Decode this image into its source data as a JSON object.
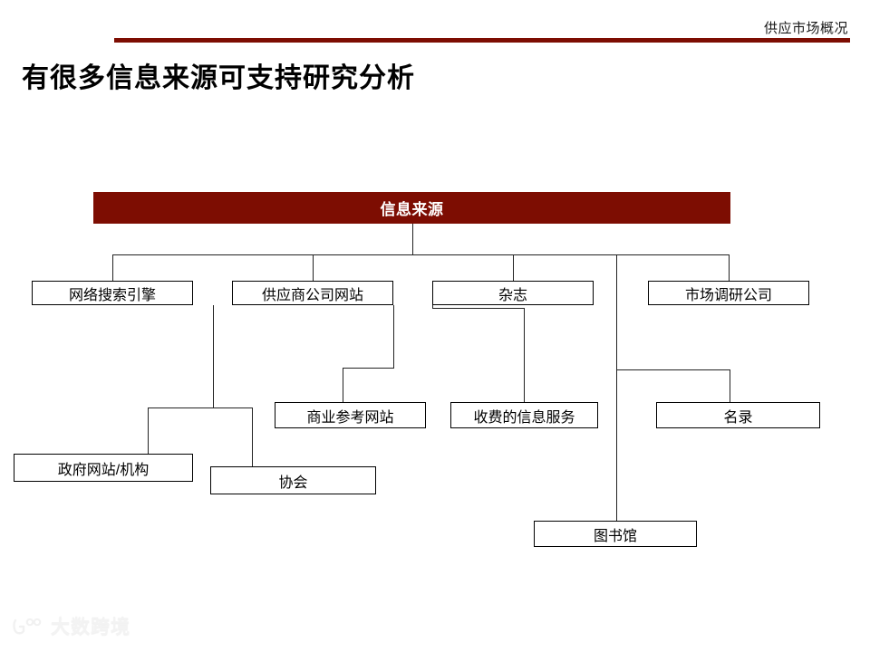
{
  "header": {
    "kicker": "供应市场概况",
    "title": "有很多信息来源可支持研究分析",
    "rule_color": "#7d0d02"
  },
  "diagram": {
    "type": "tree",
    "root": {
      "label": "信息来源",
      "fill": "#7d0d02",
      "text_color": "#ffffff"
    },
    "level1": [
      {
        "label": "网络搜索引擎"
      },
      {
        "label": "供应商公司网站"
      },
      {
        "label": "杂志"
      },
      {
        "label": "市场调研公司"
      }
    ],
    "level2": [
      {
        "label": "商业参考网站",
        "parent": "供应商公司网站"
      },
      {
        "label": "收费的信息服务",
        "parent": "杂志"
      },
      {
        "label": "名录",
        "parent": "市场调研公司"
      },
      {
        "label": "政府网站/机构",
        "parent": "网络搜索引擎"
      },
      {
        "label": "协会",
        "parent": "网络搜索引擎"
      },
      {
        "label": "图书馆",
        "parent": "市场调研公司"
      }
    ],
    "line_color": "#222222",
    "node_border_color": "#000000"
  },
  "watermark": {
    "text": "大数跨境"
  }
}
